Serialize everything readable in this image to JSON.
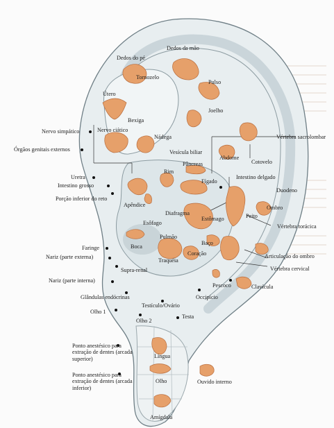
{
  "colors": {
    "ear_fill": "#e8eef0",
    "ear_shade": "#cad5da",
    "ear_line": "#6f7f86",
    "organ": "#e6a06a",
    "organ_dark": "#b86d3e",
    "label": "#1c1c1c"
  },
  "labels": {
    "dedos_pe": "Dedos do pé",
    "dedos_mao": "Dedos da mão",
    "tornozelo": "Tornozelo",
    "pulso": "Pulso",
    "utero": "Útero",
    "joelho": "Joelho",
    "bexiga": "Bexiga",
    "nervo_simpatico": "Nervo simpático",
    "nervo_ciatico": "Nervo ciático",
    "nadega": "Nádega",
    "vertebra_sacrolombar": "Vértebra sacrolombar",
    "orgaos_genitais": "Órgãos genitais externos",
    "vesicula": "Vesícula biliar",
    "abdome": "Abdome",
    "cotovelo": "Cotovelo",
    "pancreas": "Pâncreas",
    "rim": "Rim",
    "uretra": "Uretra",
    "intestino_delgado": "Intestino delgado",
    "figado": "Fígado",
    "intestino_grosso": "Intestino grosso",
    "duodeno": "Duodeno",
    "porcao_reto": "Porção inferior do reto",
    "apendice": "Apêndice",
    "ombro": "Ombro",
    "diafragma": "Diafragma",
    "peito": "Peito",
    "estomago": "Estômago",
    "esofago": "Esôfago",
    "vertebra_toracica": "Vértebra torácica",
    "pulmao": "Pulmão",
    "faringe": "Faringe",
    "boca": "Boca",
    "baco": "Baço",
    "nariz_externa": "Nariz (parte externa)",
    "coracao": "Coração",
    "traqueia": "Traquéia",
    "articulacao_ombro": "Articulação do ombro",
    "supra_renal": "Supra-renal",
    "vertebra_cervical": "Vértebra cervical",
    "nariz_interna": "Nariz (parte interna)",
    "pescoco": "Pescoco",
    "clavicula": "Clavícula",
    "occipicio": "Occipício",
    "glandulas": "Glândulas endócrinas",
    "testiculo": "Testículo/Ovário",
    "olho1": "Olho 1",
    "testa": "Testa",
    "olho2": "Olho 2",
    "anestesico_superior": "Ponto anestésico para extração de dentes (arcada superior)",
    "lingua": "Língua",
    "anestesico_inferior": "Ponto anestésico para extração de dentes (arcada inferior)",
    "olho": "Olho",
    "ouvido_interno": "Ouvido interno",
    "amigdala": "Amígdala"
  }
}
